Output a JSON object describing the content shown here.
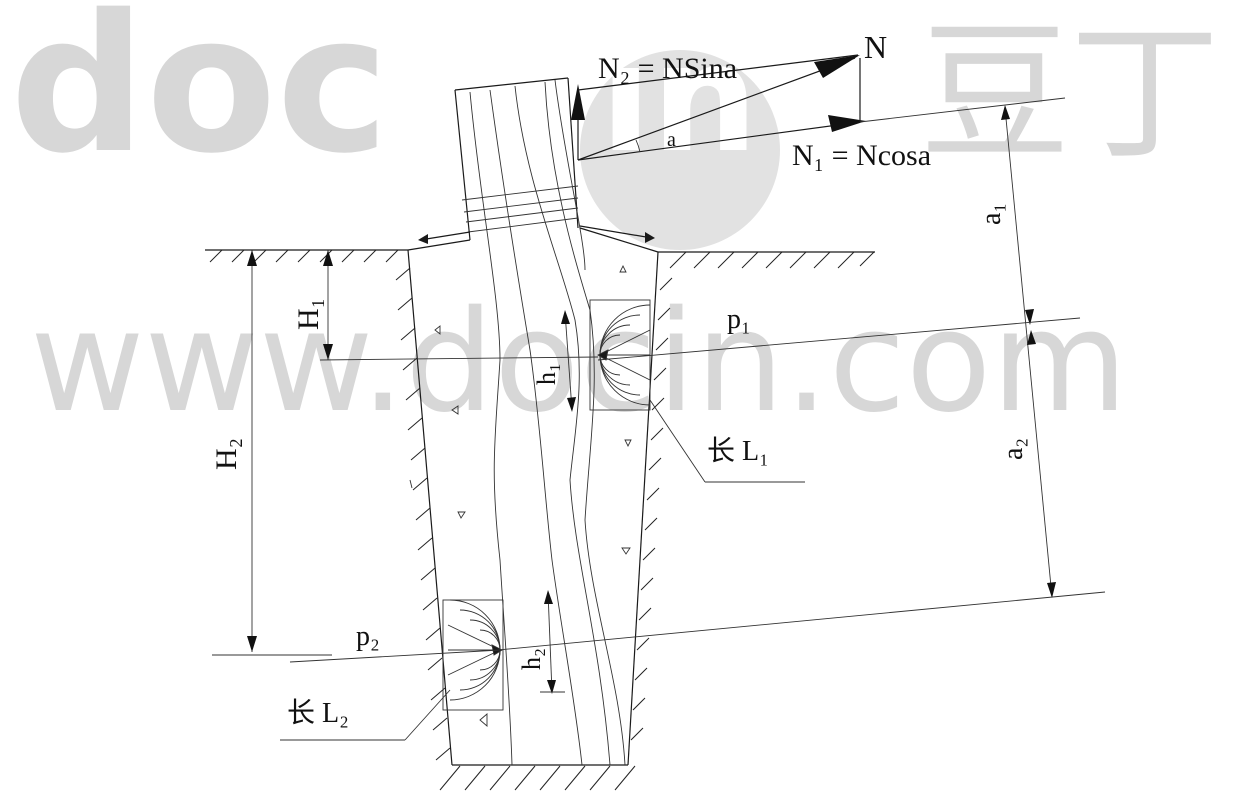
{
  "watermark": {
    "brand_left": "doc",
    "brand_mid": "in",
    "brand_right": "豆丁",
    "site": "www.docin.com"
  },
  "labels": {
    "force": "N",
    "component_vertical": "N₂ = NSina",
    "component_horizontal": "N₁ = Ncosa",
    "angle": "a",
    "dim_a1": "a₁",
    "dim_a2": "a₂",
    "dim_H1": "H₁",
    "dim_H2": "H₂",
    "dim_h1": "h₁",
    "dim_h2": "h₂",
    "pressure_p1": "p₁",
    "pressure_p2": "p₂",
    "length_L1": "长 L₁",
    "length_L2": "长 L₂"
  },
  "colors": {
    "line": "#1a1a1a",
    "watermark": "#d7d7d7",
    "watermark_circle": "#e2e2e2"
  }
}
